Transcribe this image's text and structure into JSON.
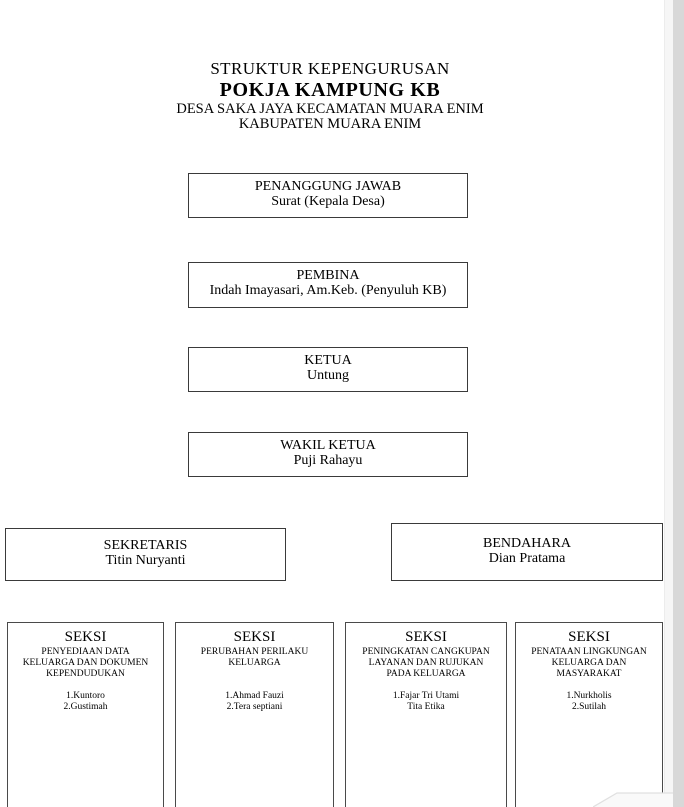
{
  "title": {
    "line1": "STRUKTUR KEPENGURUSAN",
    "line2": "POKJA KAMPUNG KB",
    "line3": "DESA SAKA JAYA KECAMATAN MUARA ENIM",
    "line4": "KABUPATEN MUARA ENIM"
  },
  "boxes": {
    "penanggung_jawab": {
      "title": "PENANGGUNG JAWAB",
      "name": "Surat (Kepala Desa)"
    },
    "pembina": {
      "title": "PEMBINA",
      "name": "Indah Imayasari, Am.Keb. (Penyuluh KB)"
    },
    "ketua": {
      "title": "KETUA",
      "name": "Untung"
    },
    "wakil_ketua": {
      "title": "WAKIL KETUA",
      "name": "Puji Rahayu"
    },
    "sekretaris": {
      "title": "SEKRETARIS",
      "name": "Titin Nuryanti"
    },
    "bendahara": {
      "title": "BENDAHARA",
      "name": "Dian Pratama"
    }
  },
  "seksi": [
    {
      "title": "SEKSI",
      "subtitle_lines": [
        "PENYEDIAAN DATA",
        "KELUARGA DAN DOKUMEN",
        "KEPENDUDUKAN"
      ],
      "members": [
        "1.Kuntoro",
        "2.Gustimah"
      ]
    },
    {
      "title": "SEKSI",
      "subtitle_lines": [
        "PERUBAHAN PERILAKU",
        "KELUARGA"
      ],
      "members": [
        "1.Ahmad Fauzi",
        "2.Tera septiani"
      ]
    },
    {
      "title": "SEKSI",
      "subtitle_lines": [
        "PENINGKATAN CANGKUPAN",
        "LAYANAN DAN RUJUKAN",
        "PADA KELUARGA"
      ],
      "members": [
        "1.Fajar Tri Utami",
        "Tita Etika"
      ]
    },
    {
      "title": "SEKSI",
      "subtitle_lines": [
        "PENATAAN LINGKUNGAN",
        "KELUARGA DAN",
        "MASYARAKAT"
      ],
      "members": [
        "1.Nurkholis",
        "2.Sutilah"
      ]
    }
  ],
  "colors": {
    "page_background": "#ffffff",
    "box_border": "#3a3a3a",
    "scrollbar_track": "#f6f6f6",
    "scrollbar_thumb": "#d8d8d8",
    "corner_widget_fill": "#f9f9f9",
    "corner_widget_border": "#e0e0e0"
  }
}
